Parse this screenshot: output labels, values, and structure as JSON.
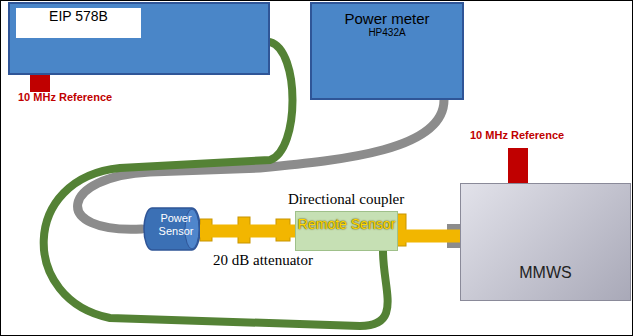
{
  "diagram": {
    "nodes": [
      {
        "text": [
          "EIP 578B"
        ]
      },
      {
        "text": [
          "Power meter",
          "HP432A"
        ]
      },
      {
        "text": [
          "MMWS"
        ]
      },
      {
        "text": [
          "Power Sensor"
        ]
      },
      {
        "text": [
          "Directional coupler",
          "Remote Sensor"
        ]
      }
    ],
    "edges": [
      {
        "from": 1,
        "to": 3,
        "arrow": "none"
      },
      {
        "from": 0,
        "to": 4,
        "arrow": "none"
      },
      {
        "from": 3,
        "to": 4,
        "arrow": "none"
      },
      {
        "from": 4,
        "to": 2,
        "arrow": "none"
      }
    ],
    "labels": [
      "10 MHz Reference",
      "10 MHz Reference",
      "20 dB attenuator"
    ]
  }
}
